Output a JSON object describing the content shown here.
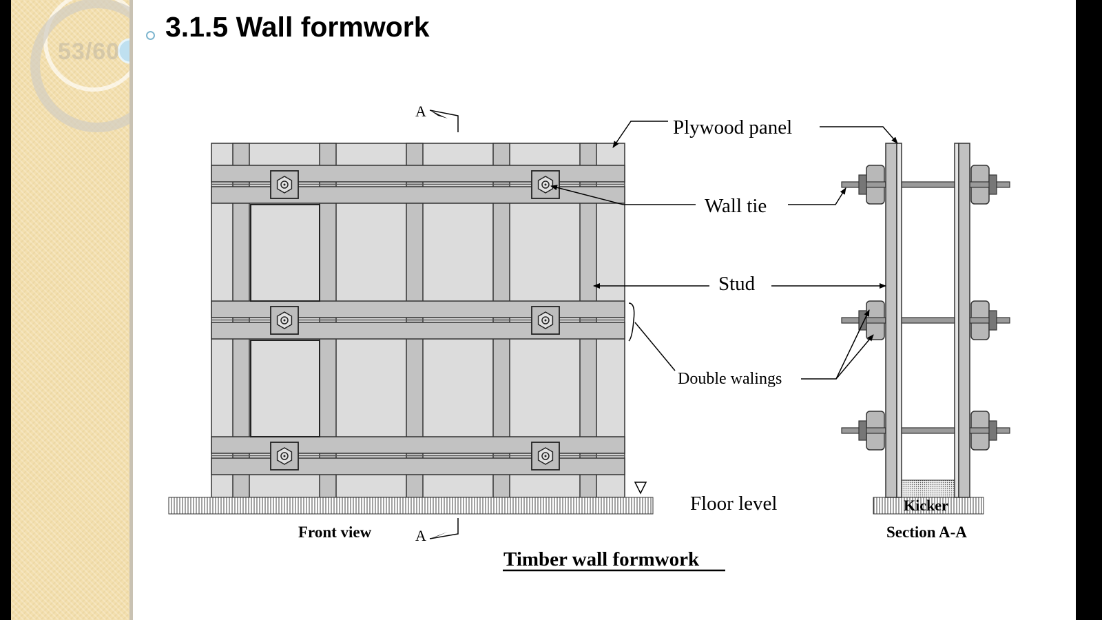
{
  "slide": {
    "counter": "53/60",
    "title": "3.1.5 Wall formwork"
  },
  "diagram": {
    "caption": "Timber wall formwork",
    "labels": {
      "plywood_panel": "Plywood panel",
      "wall_tie": "Wall tie",
      "stud": "Stud",
      "double_walings": "Double walings",
      "floor_level": "Floor level",
      "kicker": "Kicker",
      "front_view": "Front view",
      "section_aa": "Section A-A",
      "section_mark_top": "A",
      "section_mark_bottom": "A"
    }
  },
  "colors": {
    "panel_fill": "#dcdcdc",
    "member_fill": "#c2c2c2",
    "stroke": "#333333",
    "side_panel": "#f3dfae",
    "bullet": "#7fb6cf"
  }
}
